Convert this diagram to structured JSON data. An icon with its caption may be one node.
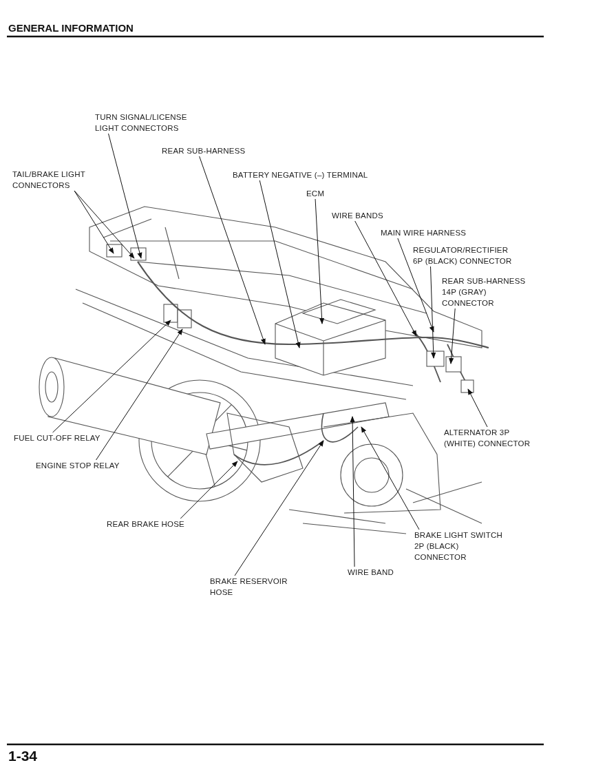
{
  "diagram": {
    "title": "GENERAL INFORMATION",
    "nodes": [
      {
        "text": [
          "TURN SIGNAL/LICENSE LIGHT CONNECTORS"
        ]
      },
      {
        "text": [
          "REAR SUB-HARNESS"
        ]
      },
      {
        "text": [
          "TAIL/BRAKE LIGHT CONNECTORS"
        ]
      },
      {
        "text": [
          "BATTERY NEGATIVE (–) TERMINAL"
        ]
      },
      {
        "text": [
          "ECM"
        ]
      },
      {
        "text": [
          "WIRE BANDS"
        ]
      },
      {
        "text": [
          "MAIN WIRE HARNESS"
        ]
      },
      {
        "text": [
          "REGULATOR/RECTIFIER 6P (BLACK) CONNECTOR"
        ]
      },
      {
        "text": [
          "REAR SUB-HARNESS 14P (GRAY) CONNECTOR"
        ]
      },
      {
        "text": [
          "FUEL CUT-OFF RELAY"
        ]
      },
      {
        "text": [
          "ALTERNATOR 3P (WHITE) CONNECTOR"
        ]
      },
      {
        "text": [
          "ENGINE STOP RELAY"
        ]
      },
      {
        "text": [
          "REAR BRAKE HOSE"
        ]
      },
      {
        "text": [
          "BRAKE LIGHT SWITCH 2P (BLACK) CONNECTOR"
        ]
      },
      {
        "text": [
          "WIRE BAND"
        ]
      },
      {
        "text": [
          "BRAKE RESERVOIR HOSE"
        ]
      }
    ],
    "edges": [
      {
        "from": 0,
        "to": null,
        "arrow": "to"
      },
      {
        "from": 1,
        "to": null,
        "arrow": "to"
      },
      {
        "from": 2,
        "to": null,
        "arrow": "to"
      },
      {
        "from": 2,
        "to": null,
        "arrow": "to"
      },
      {
        "from": 3,
        "to": null,
        "arrow": "to"
      },
      {
        "from": 4,
        "to": null,
        "arrow": "to"
      },
      {
        "from": 5,
        "to": null,
        "arrow": "to"
      },
      {
        "from": 6,
        "to": null,
        "arrow": "to"
      },
      {
        "from": 7,
        "to": null,
        "arrow": "to"
      },
      {
        "from": 8,
        "to": null,
        "arrow": "to"
      },
      {
        "from": 9,
        "to": null,
        "arrow": "to"
      },
      {
        "from": 10,
        "to": null,
        "arrow": "to"
      },
      {
        "from": 11,
        "to": null,
        "arrow": "to"
      },
      {
        "from": 12,
        "to": null,
        "arrow": "to"
      },
      {
        "from": 13,
        "to": null,
        "arrow": "to"
      },
      {
        "from": 14,
        "to": null,
        "arrow": "to"
      },
      {
        "from": 15,
        "to": null,
        "arrow": "to"
      }
    ],
    "labels": [
      "1-34"
    ]
  }
}
